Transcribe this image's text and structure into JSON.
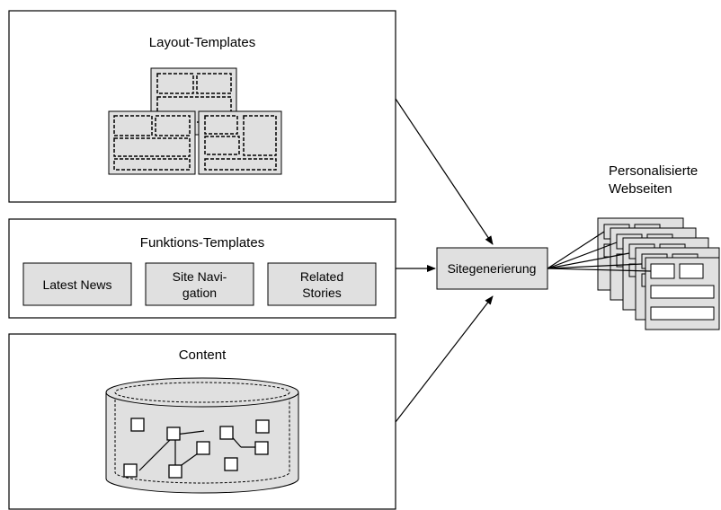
{
  "panels": {
    "layout_title": "Layout-Templates",
    "function_title": "Funktions-Templates",
    "content_title": "Content"
  },
  "function_items": [
    {
      "line1": "Latest News",
      "line2": ""
    },
    {
      "line1": "Site Navi-",
      "line2": "gation"
    },
    {
      "line1": "Related",
      "line2": "Stories"
    }
  ],
  "generator": {
    "label": "Sitegenerierung"
  },
  "output": {
    "line1": "Personalisierte",
    "line2": "Webseiten"
  },
  "colors": {
    "fill_gray": "#e0e0e0",
    "stroke": "#000000",
    "background": "#ffffff"
  }
}
